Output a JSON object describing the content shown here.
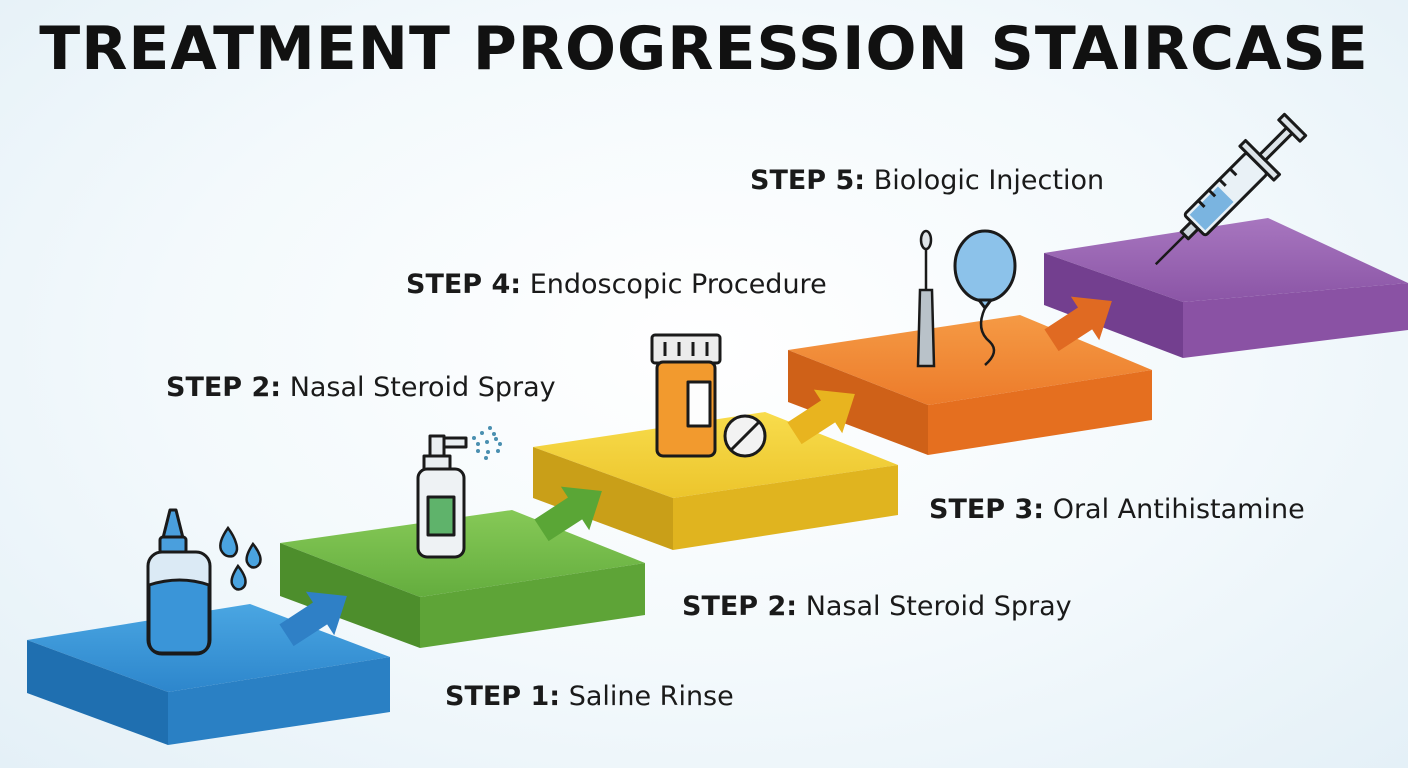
{
  "title": "TREATMENT PROGRESSION STAIRCASE",
  "colors": {
    "step1": "#2e8bd0",
    "step2": "#6cb548",
    "step3": "#ecc12b",
    "step4": "#ee7d2a",
    "step5": "#8c55a6"
  },
  "labels": [
    {
      "prefix": "STEP 1:",
      "text": "Saline Rinse"
    },
    {
      "prefix": "STEP 2:",
      "text": "Nasal Steroid Spray"
    },
    {
      "prefix": "STEP 2:",
      "text": "Nasal Steroid Spray"
    },
    {
      "prefix": "STEP 3:",
      "text": "Oral Antihistamine"
    },
    {
      "prefix": "STEP 4:",
      "text": "Endoscopic Procedure"
    },
    {
      "prefix": "STEP 5:",
      "text": "Biologic Injection"
    }
  ],
  "icons": [
    "saline-bottle-icon",
    "water-drops-icon",
    "nasal-spray-icon",
    "pill-bottle-icon",
    "tablet-icon",
    "endoscope-icon",
    "balloon-icon",
    "syringe-icon"
  ]
}
